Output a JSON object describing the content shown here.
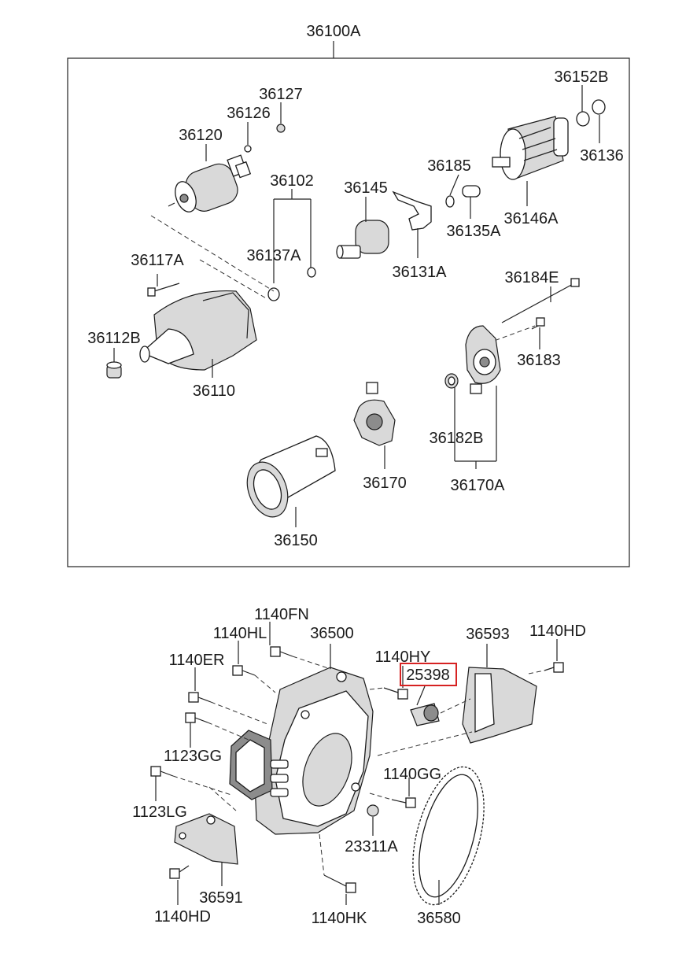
{
  "assembly_label": "36100A",
  "labels": {
    "p36127": "36127",
    "p36126": "36126",
    "p36120": "36120",
    "p36102": "36102",
    "p36145": "36145",
    "p36185": "36185",
    "p36152B": "36152B",
    "p36136": "36136",
    "p36135A": "36135A",
    "p36146A": "36146A",
    "p36137A": "36137A",
    "p36131A": "36131A",
    "p36117A": "36117A",
    "p36184E": "36184E",
    "p36112B": "36112B",
    "p36183": "36183",
    "p36110": "36110",
    "p36182B": "36182B",
    "p36170": "36170",
    "p36170A": "36170A",
    "p36150": "36150",
    "p1140FN": "1140FN",
    "p1140HL": "1140HL",
    "p36500": "36500",
    "p36593": "36593",
    "p1140HD_top": "1140HD",
    "p1140ER": "1140ER",
    "p1140HY": "1140HY",
    "p25398": "25398",
    "p1123GG": "1123GG",
    "p1140GG": "1140GG",
    "p1123LG": "1123LG",
    "p23311A": "23311A",
    "p36591": "36591",
    "p1140HD_bottom": "1140HD",
    "p1140HK": "1140HK",
    "p36580": "36580"
  },
  "highlighted_part": "25398",
  "colors": {
    "highlight": "#d62222",
    "line": "#222222"
  }
}
